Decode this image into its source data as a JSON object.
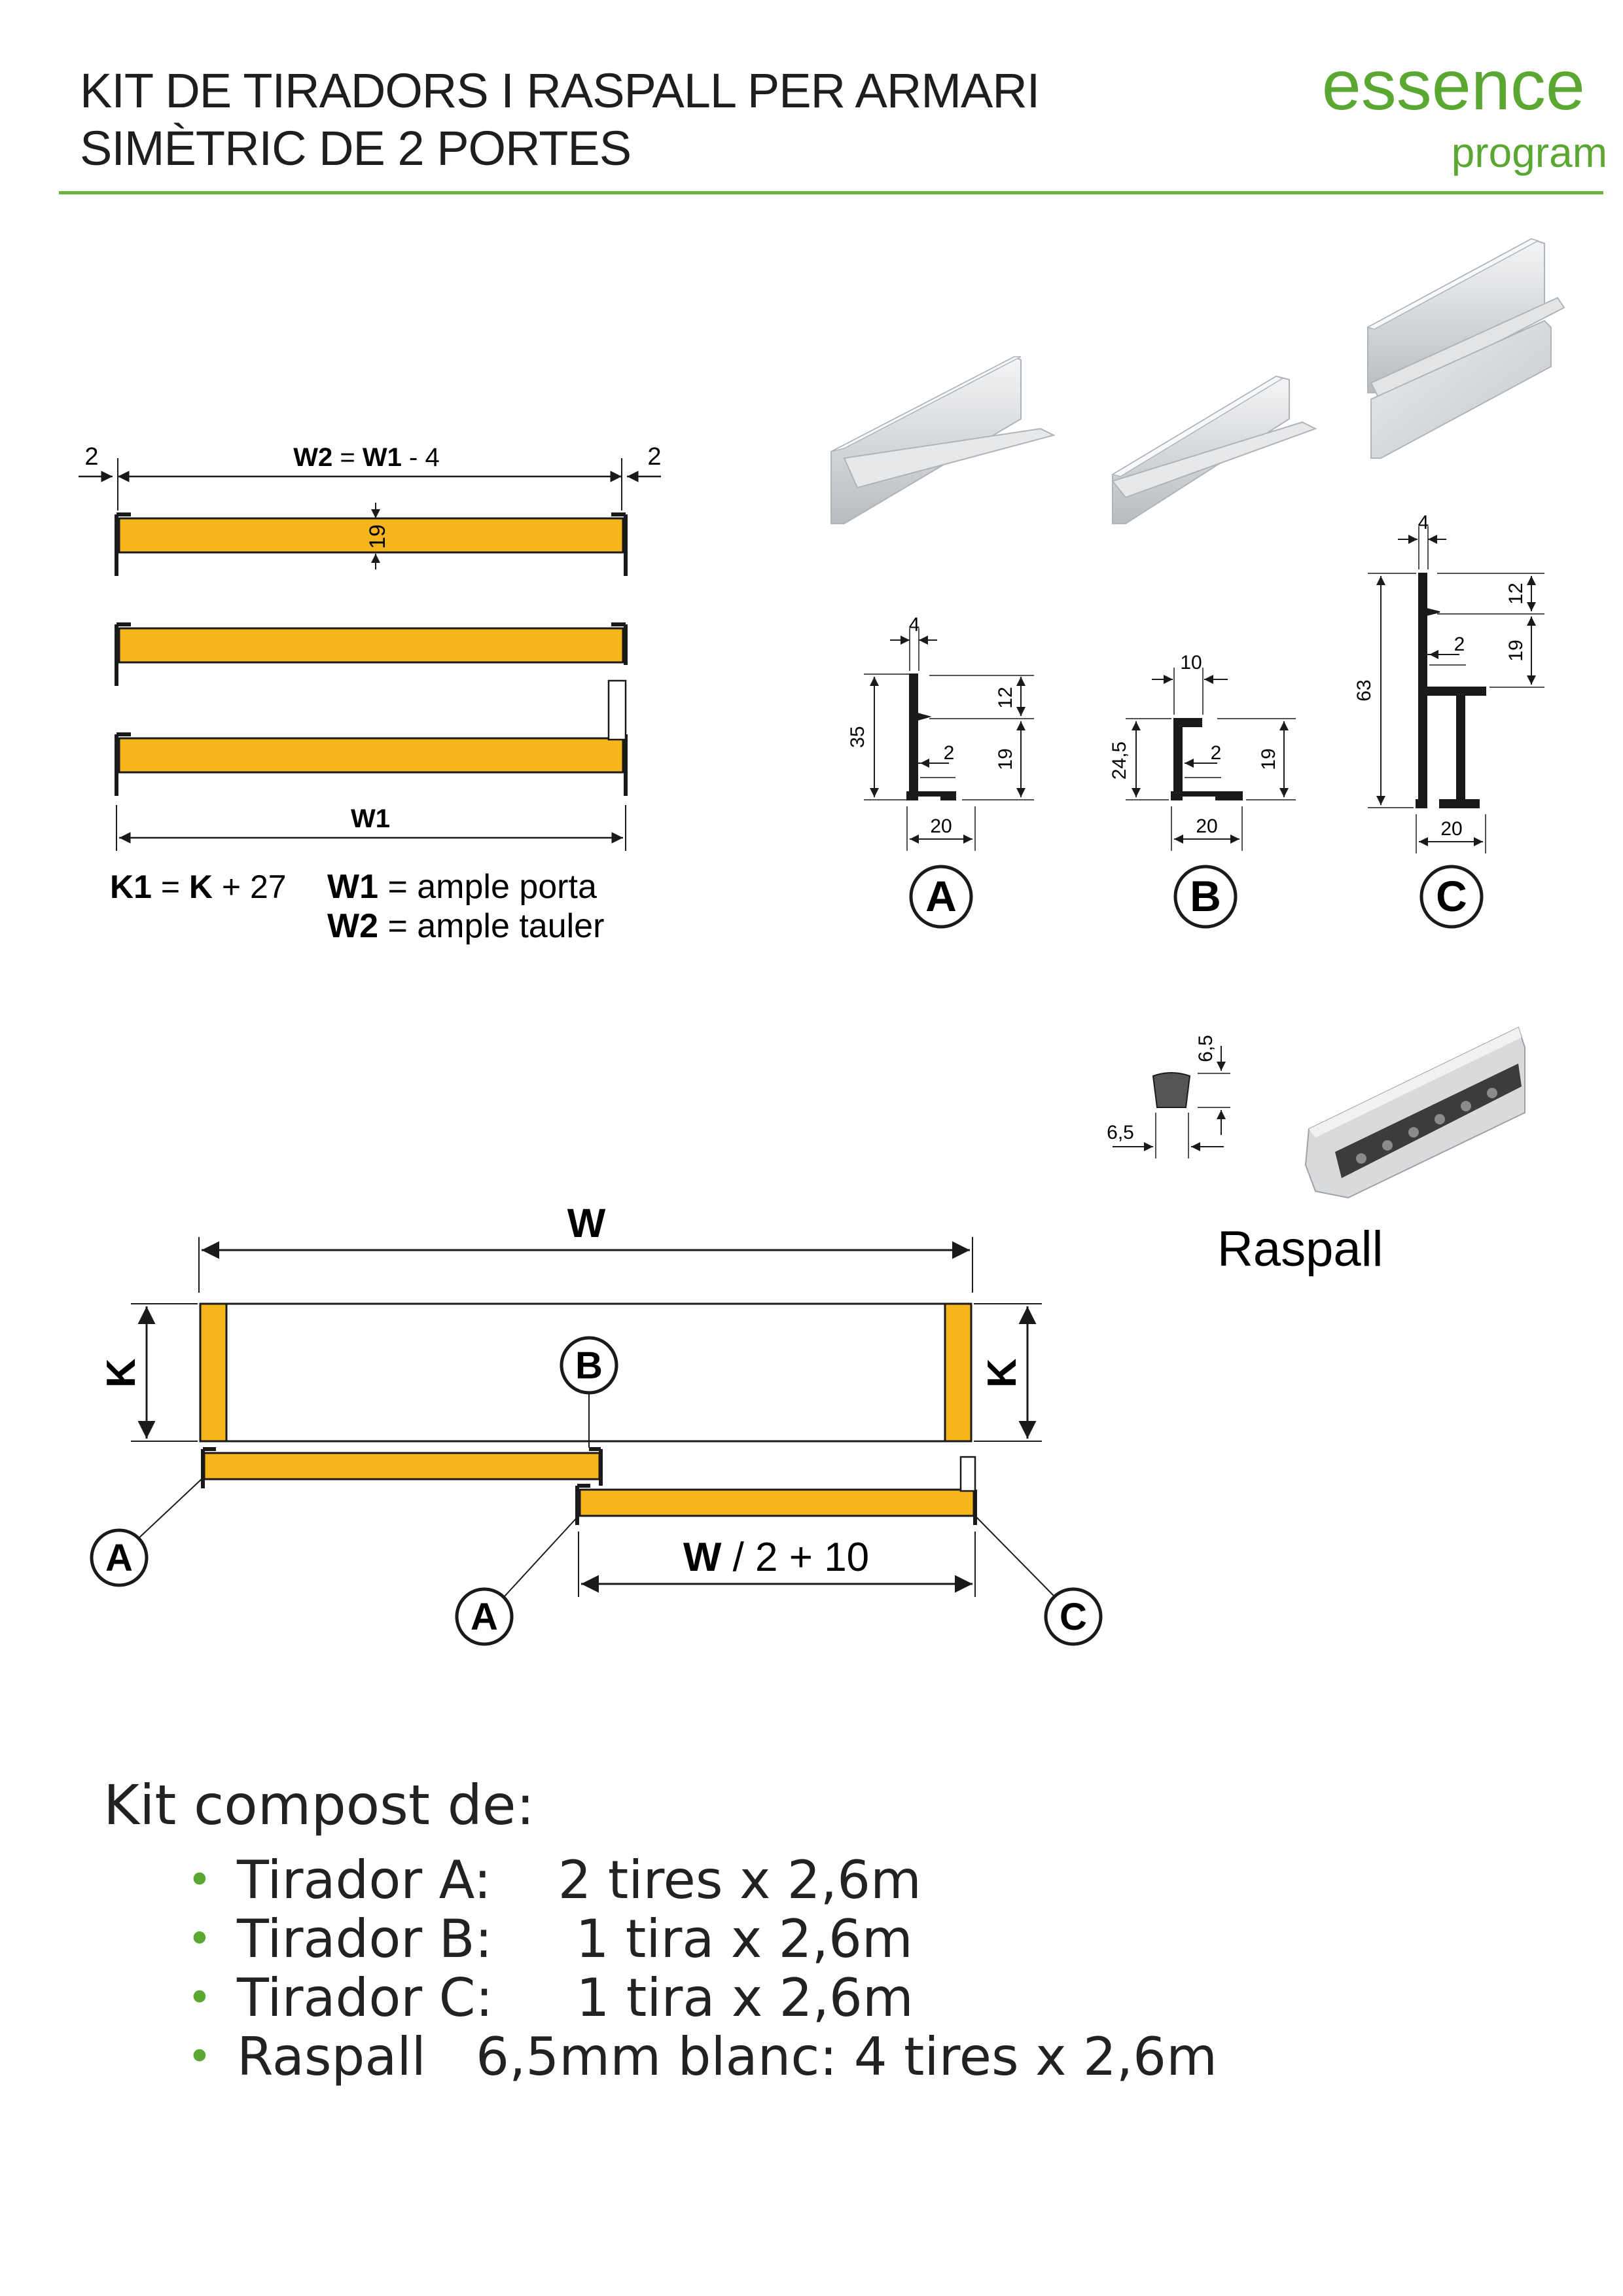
{
  "header": {
    "title_line1": "KIT DE TIRADORS I RASPALL PER ARMARI",
    "title_line2": "SIMÈTRIC DE 2 PORTES",
    "brand": "essence",
    "brand_sub": "program"
  },
  "colors": {
    "accent_green": "#6cb33f",
    "door_yellow": "#f5b51c",
    "outline": "#1a1a1a"
  },
  "top_diagram": {
    "dim_side_left": "2",
    "dim_side_right": "2",
    "dim_w2_a": "W2",
    "dim_w2_eq": " = ",
    "dim_w2_b": "W1",
    "dim_w2_c": " - 4",
    "dim_thickness": "19",
    "dim_w1": "W1",
    "formula_k1_a": "K1",
    "formula_k1_b": " = ",
    "formula_k1_c": "K",
    "formula_k1_d": " + 27",
    "formula_w1_a": "W1",
    "formula_w1_b": " = ample porta",
    "formula_w2_a": "W2",
    "formula_w2_b": " = ample tauler"
  },
  "profiles": {
    "A": {
      "label": "A",
      "top": "4",
      "height": "35",
      "upper": "12",
      "lower": "19",
      "inner": "2",
      "base": "20"
    },
    "B": {
      "label": "B",
      "top": "10",
      "height": "24,5",
      "lower": "19",
      "inner": "2",
      "base": "20"
    },
    "C": {
      "label": "C",
      "top": "4",
      "height": "63",
      "upper": "12",
      "lower": "19",
      "inner": "2",
      "base": "20"
    }
  },
  "brush": {
    "dim_height": "6,5",
    "dim_width": "6,5",
    "label": "Raspall"
  },
  "bottom_diagram": {
    "dim_w": "W",
    "dim_k_left": "K",
    "dim_k_right": "K",
    "dim_half_a": "W",
    "dim_half_b": " / 2 + 10",
    "callout_b": "B",
    "callout_a1": "A",
    "callout_a2": "A",
    "callout_c": "C"
  },
  "kit": {
    "heading": "Kit compost de:",
    "items": [
      "Tirador A:    2 tires x 2,6m",
      "Tirador B:     1 tira x 2,6m",
      "Tirador C:     1 tira x 2,6m",
      "Raspall   6,5mm blanc: 4 tires x 2,6m"
    ]
  }
}
